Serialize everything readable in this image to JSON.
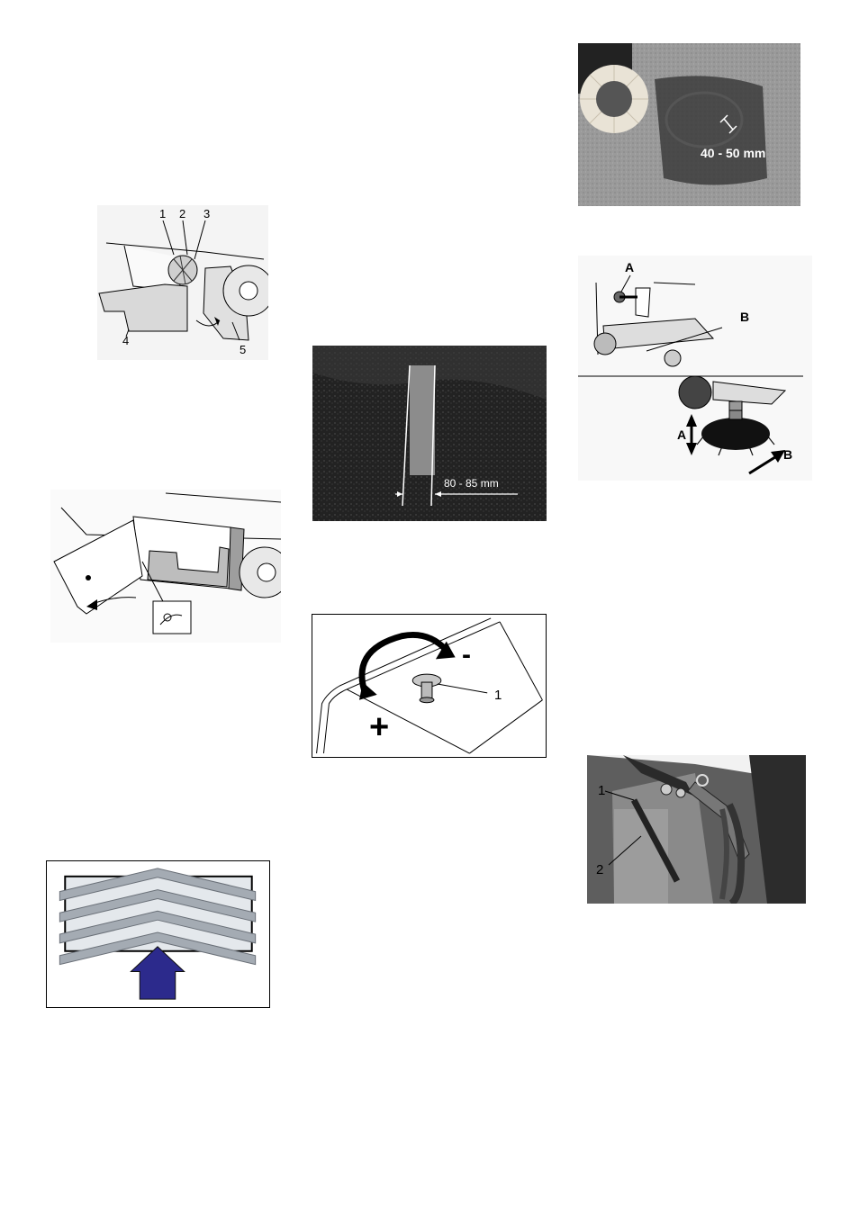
{
  "figures": {
    "brush_cover": {
      "callouts": [
        "1",
        "2",
        "3",
        "4",
        "5"
      ]
    },
    "side_flap": {},
    "roller_brush_chevron": {},
    "main_brush_track": {
      "measurement": "80 - 85 mm"
    },
    "adjust_knob": {
      "minus_sign": "-",
      "plus_sign": "+",
      "callout": "1"
    },
    "side_brush_track": {
      "measurement": "40 - 50 mm"
    },
    "side_brush_adjust": {
      "callout_a": "A",
      "callout_b": "B",
      "arrow_a": "A",
      "arrow_b": "B"
    },
    "lever": {
      "callouts": [
        "1",
        "2"
      ]
    }
  },
  "colors": {
    "arrow_blue": "#2c2a8c",
    "chevron_gray": "#8a929a",
    "photo_dark": "#1c1c1c",
    "photo_gray": "#9a9a9a"
  }
}
